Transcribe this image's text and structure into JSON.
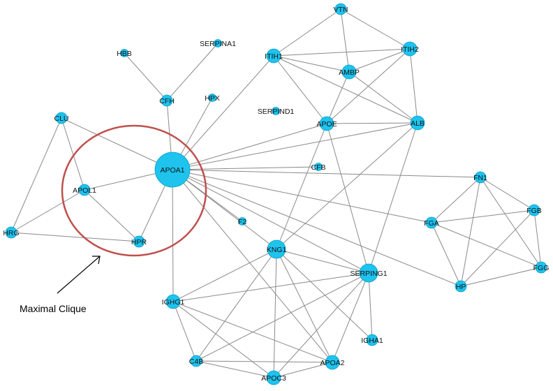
{
  "annotation": {
    "text": "Maximal Clique"
  },
  "nodes": [
    {
      "id": "VTN",
      "size": "s"
    },
    {
      "id": "ITIH1",
      "size": "m"
    },
    {
      "id": "ITIH2",
      "size": "m"
    },
    {
      "id": "AMBP",
      "size": "m"
    },
    {
      "id": "HBB",
      "size": "xs"
    },
    {
      "id": "SERPINA1",
      "size": "xs"
    },
    {
      "id": "CFH",
      "size": "s"
    },
    {
      "id": "HPX",
      "size": "xs"
    },
    {
      "id": "SERPIND1",
      "size": "xs"
    },
    {
      "id": "APOE",
      "size": "m"
    },
    {
      "id": "ALB",
      "size": "m"
    },
    {
      "id": "CLU",
      "size": "s"
    },
    {
      "id": "APOA1",
      "size": "xl"
    },
    {
      "id": "CFB",
      "size": "xs"
    },
    {
      "id": "APOL1",
      "size": "s"
    },
    {
      "id": "FN1",
      "size": "s"
    },
    {
      "id": "FGB",
      "size": "s"
    },
    {
      "id": "FGA",
      "size": "s"
    },
    {
      "id": "F2",
      "size": "xs"
    },
    {
      "id": "HRG",
      "size": "s"
    },
    {
      "id": "HPR",
      "size": "s"
    },
    {
      "id": "KNG1",
      "size": "l"
    },
    {
      "id": "SERPING1",
      "size": "l"
    },
    {
      "id": "FGG",
      "size": "s"
    },
    {
      "id": "HP",
      "size": "s"
    },
    {
      "id": "IGHG1",
      "size": "m"
    },
    {
      "id": "IGHA1",
      "size": "s"
    },
    {
      "id": "C4B",
      "size": "s"
    },
    {
      "id": "APOA2",
      "size": "m"
    },
    {
      "id": "APOC3",
      "size": "m"
    }
  ],
  "edges": [
    [
      "VTN",
      "ITIH1"
    ],
    [
      "VTN",
      "AMBP"
    ],
    [
      "VTN",
      "ITIH2"
    ],
    [
      "ITIH1",
      "ITIH2"
    ],
    [
      "ITIH1",
      "AMBP"
    ],
    [
      "ITIH1",
      "APOE"
    ],
    [
      "ITIH1",
      "ALB"
    ],
    [
      "ITIH1",
      "APOA1"
    ],
    [
      "ITIH2",
      "AMBP"
    ],
    [
      "ITIH2",
      "APOE"
    ],
    [
      "ITIH2",
      "ALB"
    ],
    [
      "AMBP",
      "ALB"
    ],
    [
      "AMBP",
      "APOE"
    ],
    [
      "HBB",
      "CFH"
    ],
    [
      "SERPINA1",
      "CFH"
    ],
    [
      "CFH",
      "APOA1"
    ],
    [
      "HPX",
      "APOA1"
    ],
    [
      "APOE",
      "ALB"
    ],
    [
      "APOE",
      "APOA1"
    ],
    [
      "APOE",
      "KNG1"
    ],
    [
      "APOE",
      "SERPING1"
    ],
    [
      "ALB",
      "APOA1"
    ],
    [
      "ALB",
      "KNG1"
    ],
    [
      "ALB",
      "SERPING1"
    ],
    [
      "CLU",
      "APOL1"
    ],
    [
      "CLU",
      "HRG"
    ],
    [
      "CLU",
      "APOA1"
    ],
    [
      "APOA1",
      "APOL1"
    ],
    [
      "APOA1",
      "HPR"
    ],
    [
      "APOA1",
      "CFB"
    ],
    [
      "APOA1",
      "F2"
    ],
    [
      "APOA1",
      "FN1"
    ],
    [
      "APOA1",
      "FGA"
    ],
    [
      "APOA1",
      "HP"
    ],
    [
      "APOA1",
      "KNG1"
    ],
    [
      "APOA1",
      "SERPING1"
    ],
    [
      "APOA1",
      "IGHG1"
    ],
    [
      "APOA1",
      "APOA2"
    ],
    [
      "APOL1",
      "HPR"
    ],
    [
      "APOL1",
      "HRG"
    ],
    [
      "HRG",
      "HPR"
    ],
    [
      "FN1",
      "FGA"
    ],
    [
      "FN1",
      "FGB"
    ],
    [
      "FN1",
      "FGG"
    ],
    [
      "FN1",
      "HP"
    ],
    [
      "FGA",
      "FGB"
    ],
    [
      "FGA",
      "FGG"
    ],
    [
      "FGA",
      "HP"
    ],
    [
      "FGB",
      "HP"
    ],
    [
      "FGB",
      "FGG"
    ],
    [
      "FGG",
      "HP"
    ],
    [
      "KNG1",
      "SERPING1"
    ],
    [
      "KNG1",
      "IGHG1"
    ],
    [
      "KNG1",
      "C4B"
    ],
    [
      "KNG1",
      "APOC3"
    ],
    [
      "KNG1",
      "APOA2"
    ],
    [
      "KNG1",
      "IGHA1"
    ],
    [
      "SERPING1",
      "IGHG1"
    ],
    [
      "SERPING1",
      "C4B"
    ],
    [
      "SERPING1",
      "APOC3"
    ],
    [
      "SERPING1",
      "APOA2"
    ],
    [
      "SERPING1",
      "IGHA1"
    ],
    [
      "IGHG1",
      "C4B"
    ],
    [
      "IGHG1",
      "APOC3"
    ],
    [
      "IGHG1",
      "APOA2"
    ],
    [
      "C4B",
      "APOA2"
    ],
    [
      "C4B",
      "APOC3"
    ],
    [
      "APOA2",
      "APOC3"
    ]
  ]
}
